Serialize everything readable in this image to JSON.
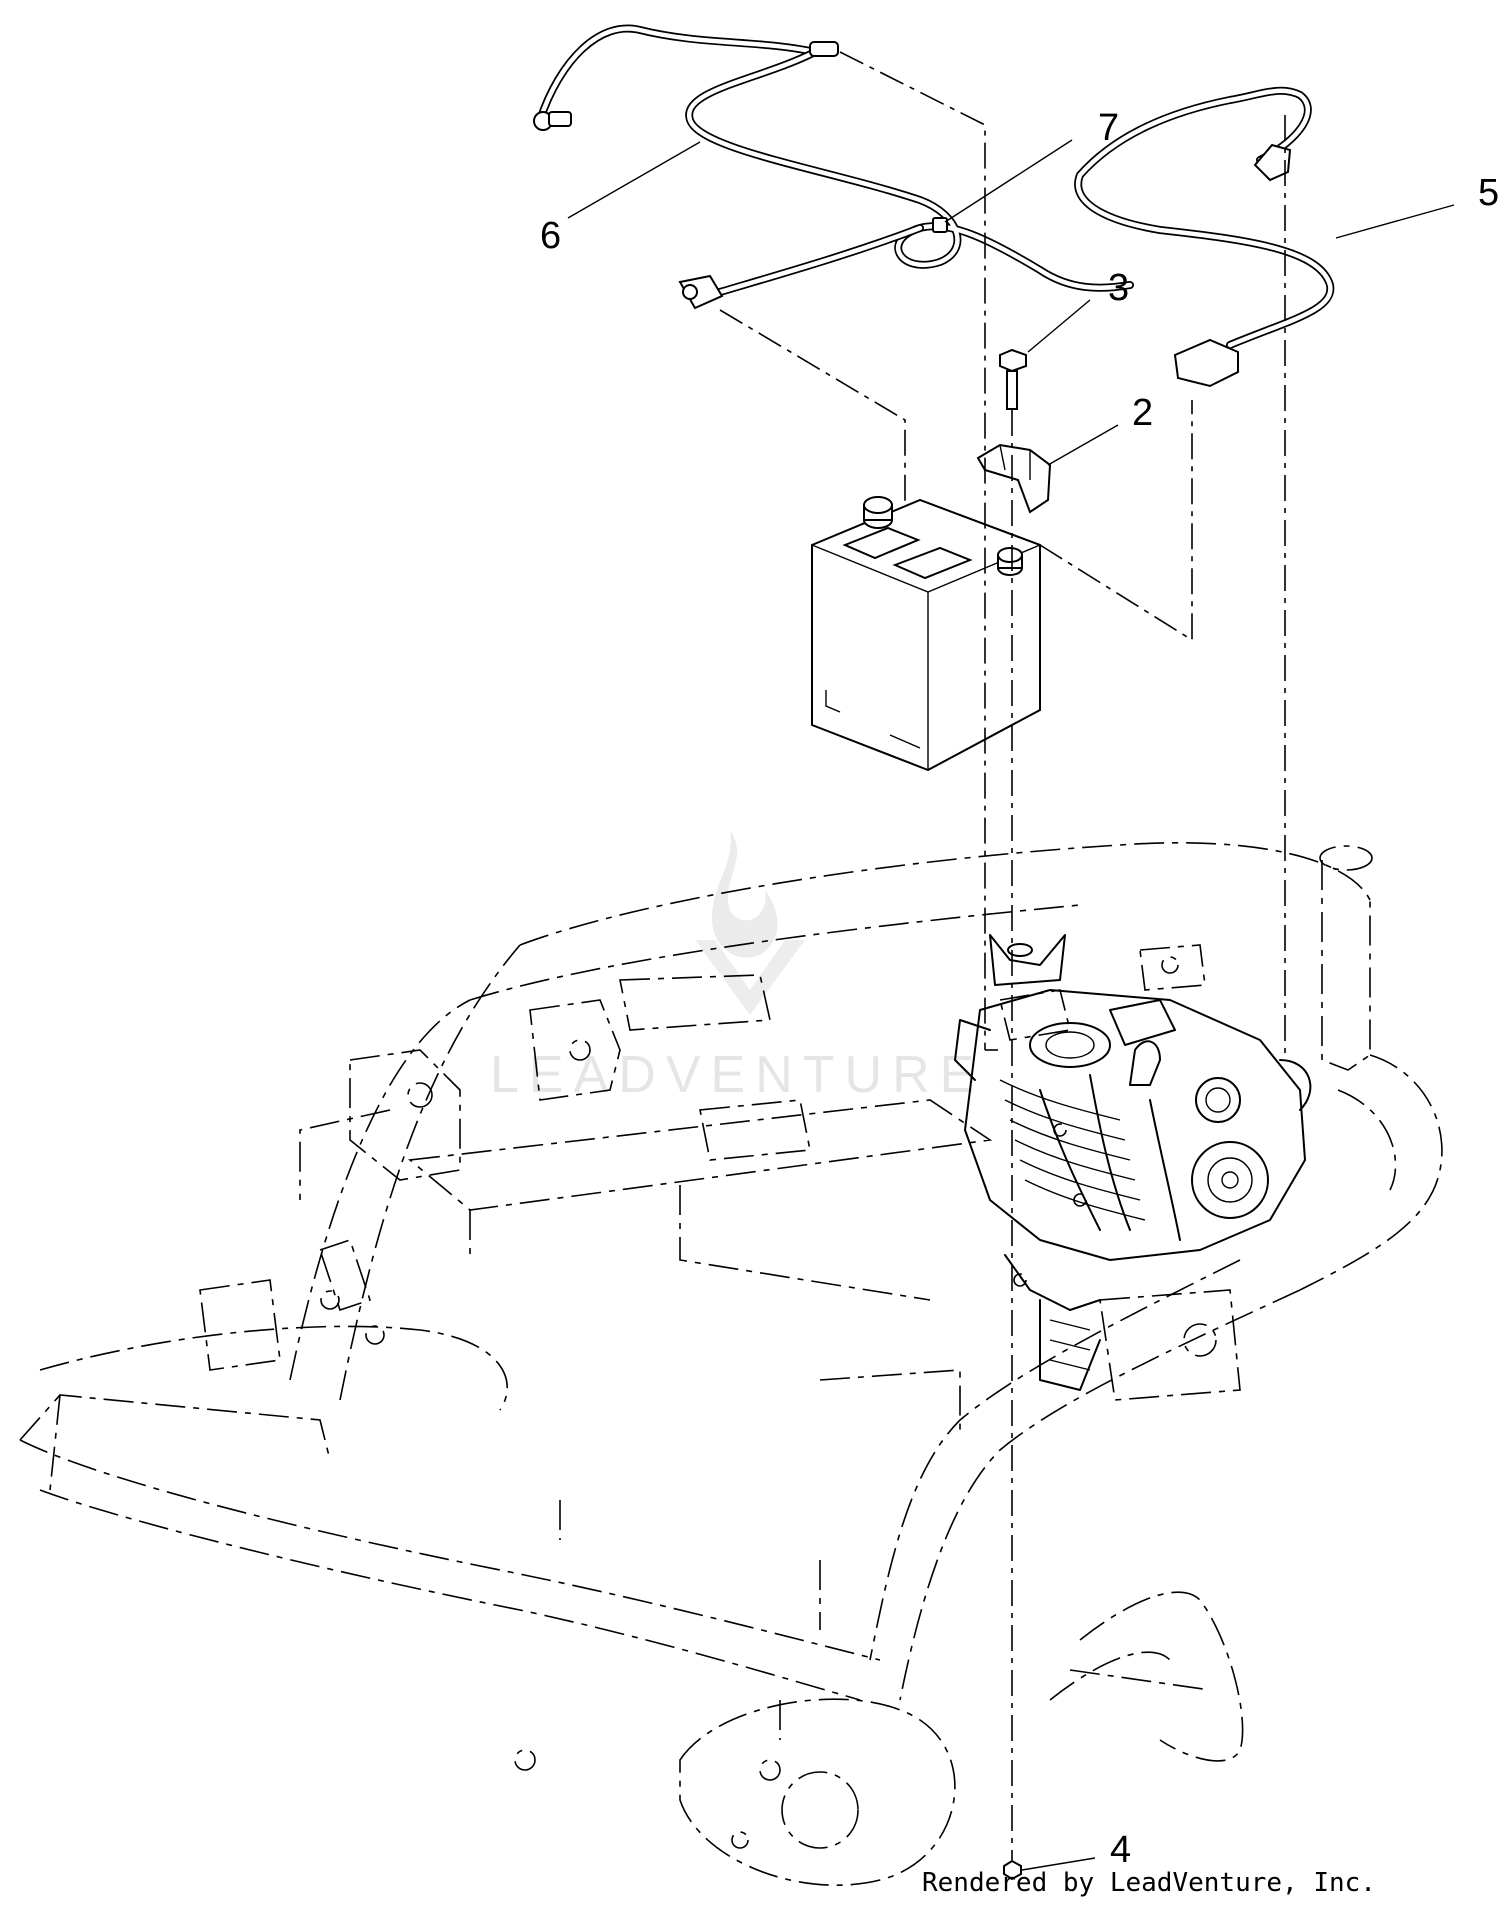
{
  "callouts": [
    {
      "id": "1",
      "label": "7"
    },
    {
      "id": "2",
      "label": "5"
    },
    {
      "id": "3",
      "label": "6"
    },
    {
      "id": "4",
      "label": "3"
    },
    {
      "id": "5",
      "label": "2"
    },
    {
      "id": "6",
      "label": "4"
    }
  ],
  "footer": {
    "credit": "Rendered by LeadVenture, Inc."
  },
  "watermark": {
    "text": "LEADVENTURE"
  }
}
